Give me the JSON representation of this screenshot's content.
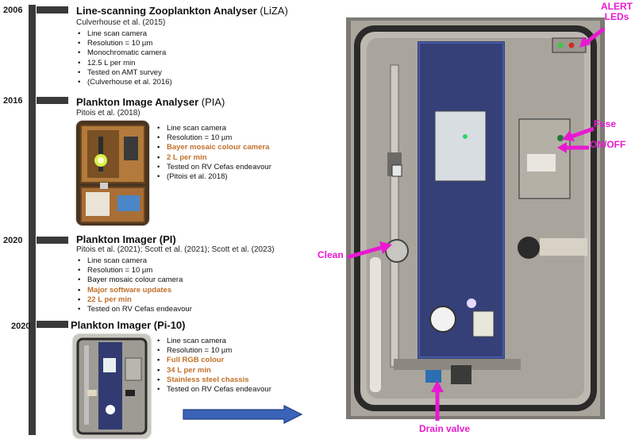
{
  "entries": [
    {
      "year": "2006",
      "title_bold": "Line-scanning Zooplankton Analyser",
      "title_rest": " (LiZA)",
      "citation": "Culverhouse et al. (2015)",
      "specs": [
        {
          "text": "Line scan camera",
          "highlight": false
        },
        {
          "text": "Resolution = 10 µm",
          "highlight": false
        },
        {
          "text": "Monochromatic camera",
          "highlight": false
        },
        {
          "text": "12.5 L per min",
          "highlight": false
        },
        {
          "text": "Tested on AMT survey",
          "highlight": false
        }
      ],
      "spec_note": "(Culverhouse et al. 2016)"
    },
    {
      "year": "2016",
      "title_bold": "Plankton Image Analyser",
      "title_rest": " (PIA)",
      "citation": "Pitois et al. (2018)",
      "specs": [
        {
          "text": "Line scan camera",
          "highlight": false
        },
        {
          "text": "Resolution = 10 µm",
          "highlight": false
        },
        {
          "text": "Bayer mosaic colour camera",
          "highlight": true
        },
        {
          "text": "2 L per min",
          "highlight": true
        },
        {
          "text": "Tested on RV Cefas endeavour",
          "highlight": false
        }
      ],
      "spec_note": "(Pitois et al. 2018)"
    },
    {
      "year": "2020",
      "title_bold": "Plankton Imager (PI)",
      "title_rest": "",
      "citation": "Pitois et al. (2021); Scott et al. (2021); Scott et al. (2023)",
      "specs": [
        {
          "text": "Line scan camera",
          "highlight": false
        },
        {
          "text": "Resolution = 10 µm",
          "highlight": false
        },
        {
          "text": "Bayer mosaic colour camera",
          "highlight": false
        },
        {
          "text": "Major software updates",
          "highlight": true
        },
        {
          "text": "22 L per min",
          "highlight": true
        },
        {
          "text": "Tested on RV Cefas endeavour",
          "highlight": false
        }
      ],
      "spec_note": ""
    },
    {
      "year": "2020",
      "title_bold": "Plankton Imager (Pi-10)",
      "title_rest": "",
      "citation": "",
      "specs": [
        {
          "text": "Line scan camera",
          "highlight": false
        },
        {
          "text": "Resolution = 10 µm",
          "highlight": false
        },
        {
          "text": "Full RGB colour",
          "highlight": true
        },
        {
          "text": "34 L per min",
          "highlight": true
        },
        {
          "text": "Stainless steel chassis",
          "highlight": true
        },
        {
          "text": "Tested on RV Cefas endeavour",
          "highlight": false
        }
      ],
      "spec_note": ""
    }
  ],
  "callouts": {
    "alert": "ALERT\nLEDs",
    "fuse": "Fuse",
    "onoff": "ON/OFF",
    "clean": "Clean",
    "drain": "Drain valve"
  },
  "colors": {
    "highlight": "#c0702a",
    "callout": "#e81ad0",
    "arrow": "#3b63b7",
    "timeline": "#3a3a3a"
  }
}
